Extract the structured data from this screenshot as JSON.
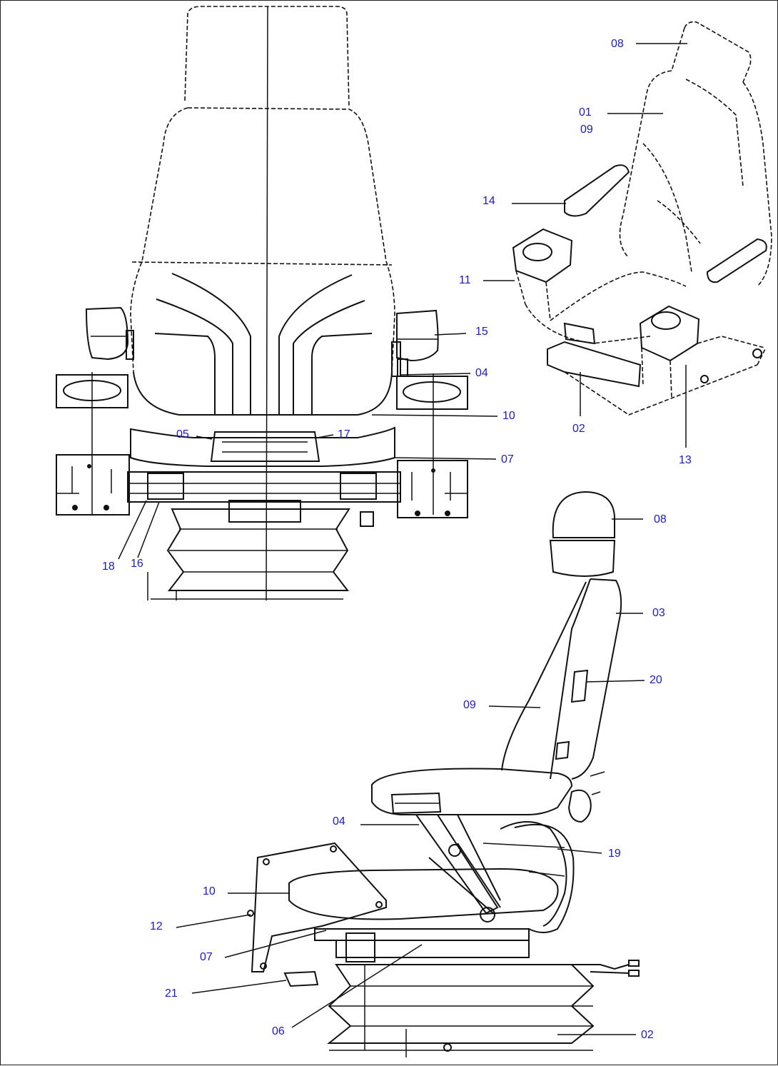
{
  "callouts": {
    "front_view": {
      "c15": "15",
      "c04": "04",
      "c10": "10",
      "c05": "05",
      "c17": "17",
      "c07": "07",
      "c18": "18",
      "c16": "16"
    },
    "perspective_view": {
      "c08": "08",
      "c01": "01",
      "c09": "09",
      "c14": "14",
      "c11": "11",
      "c02": "02",
      "c13": "13"
    },
    "side_view": {
      "c08": "08",
      "c03": "03",
      "c20": "20",
      "c09": "09",
      "c04": "04",
      "c19": "19",
      "c10": "10",
      "c12": "12",
      "c07": "07",
      "c21": "21",
      "c06": "06",
      "c02": "02"
    }
  },
  "colors": {
    "line": "#111111",
    "callout": "#1a1acc",
    "background": "#ffffff"
  }
}
